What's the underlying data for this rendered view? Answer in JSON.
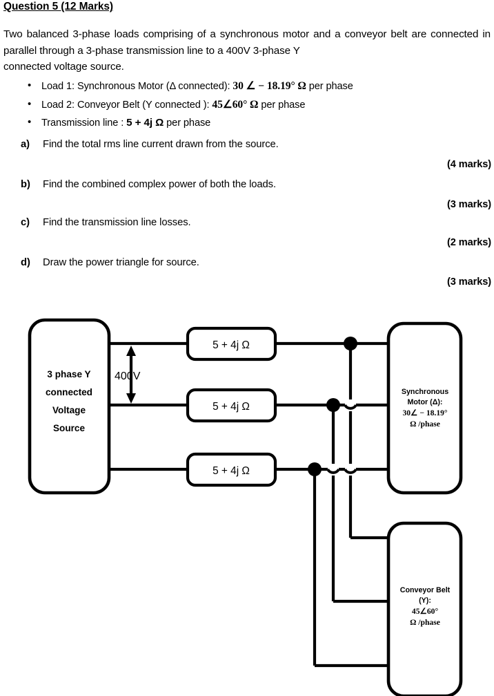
{
  "header": {
    "title": "Question 5 (12 Marks)"
  },
  "intro": {
    "line1": "Two balanced 3-phase loads comprising of a synchronous motor and a conveyor belt",
    "line2": "are connected in parallel through a 3-phase transmission line to a 400V 3-phase Y",
    "line3": "connected voltage source."
  },
  "bullets": [
    {
      "prefix": "Load 1: Synchronous Motor (Δ connected): ",
      "value": "30 ∠ − 18.19° Ω",
      "suffix": " per phase"
    },
    {
      "prefix": "Load 2: Conveyor Belt (Y connected ):  ",
      "value": "45∠60° Ω",
      "suffix": " per phase"
    },
    {
      "prefix": "Transmission line : ",
      "value": "5 + 4j Ω",
      "suffix": " per phase"
    }
  ],
  "questions": [
    {
      "label": "a)",
      "text": "Find the total rms line current drawn from the source.",
      "marks": "(4 marks)"
    },
    {
      "label": "b)",
      "text": "Find the combined complex power of both the loads.",
      "marks": "(3 marks)"
    },
    {
      "label": "c)",
      "text": "Find the transmission line losses.",
      "marks": "(2 marks)"
    },
    {
      "label": "d)",
      "text": "Draw the power triangle for source.",
      "marks": "(3 marks)"
    }
  ],
  "diagram": {
    "source": {
      "line1": "3 phase Y",
      "line2": "connected",
      "line3": "Voltage",
      "line4": "Source"
    },
    "voltage_label": "400V",
    "impedances": [
      {
        "label": "5 + 4j Ω"
      },
      {
        "label": "5 + 4j Ω"
      },
      {
        "label": "5 + 4j Ω"
      }
    ],
    "load_motor": {
      "line1": "Synchronous",
      "line2": "Motor (Δ):",
      "line3": "30∠ − 18.19°",
      "line4": "Ω /phase"
    },
    "load_conveyor": {
      "line1": "Conveyor Belt",
      "line2": "(Y):",
      "line3": "45∠60°",
      "line4": "Ω /phase"
    },
    "colors": {
      "stroke": "#000000",
      "background": "#ffffff"
    }
  }
}
